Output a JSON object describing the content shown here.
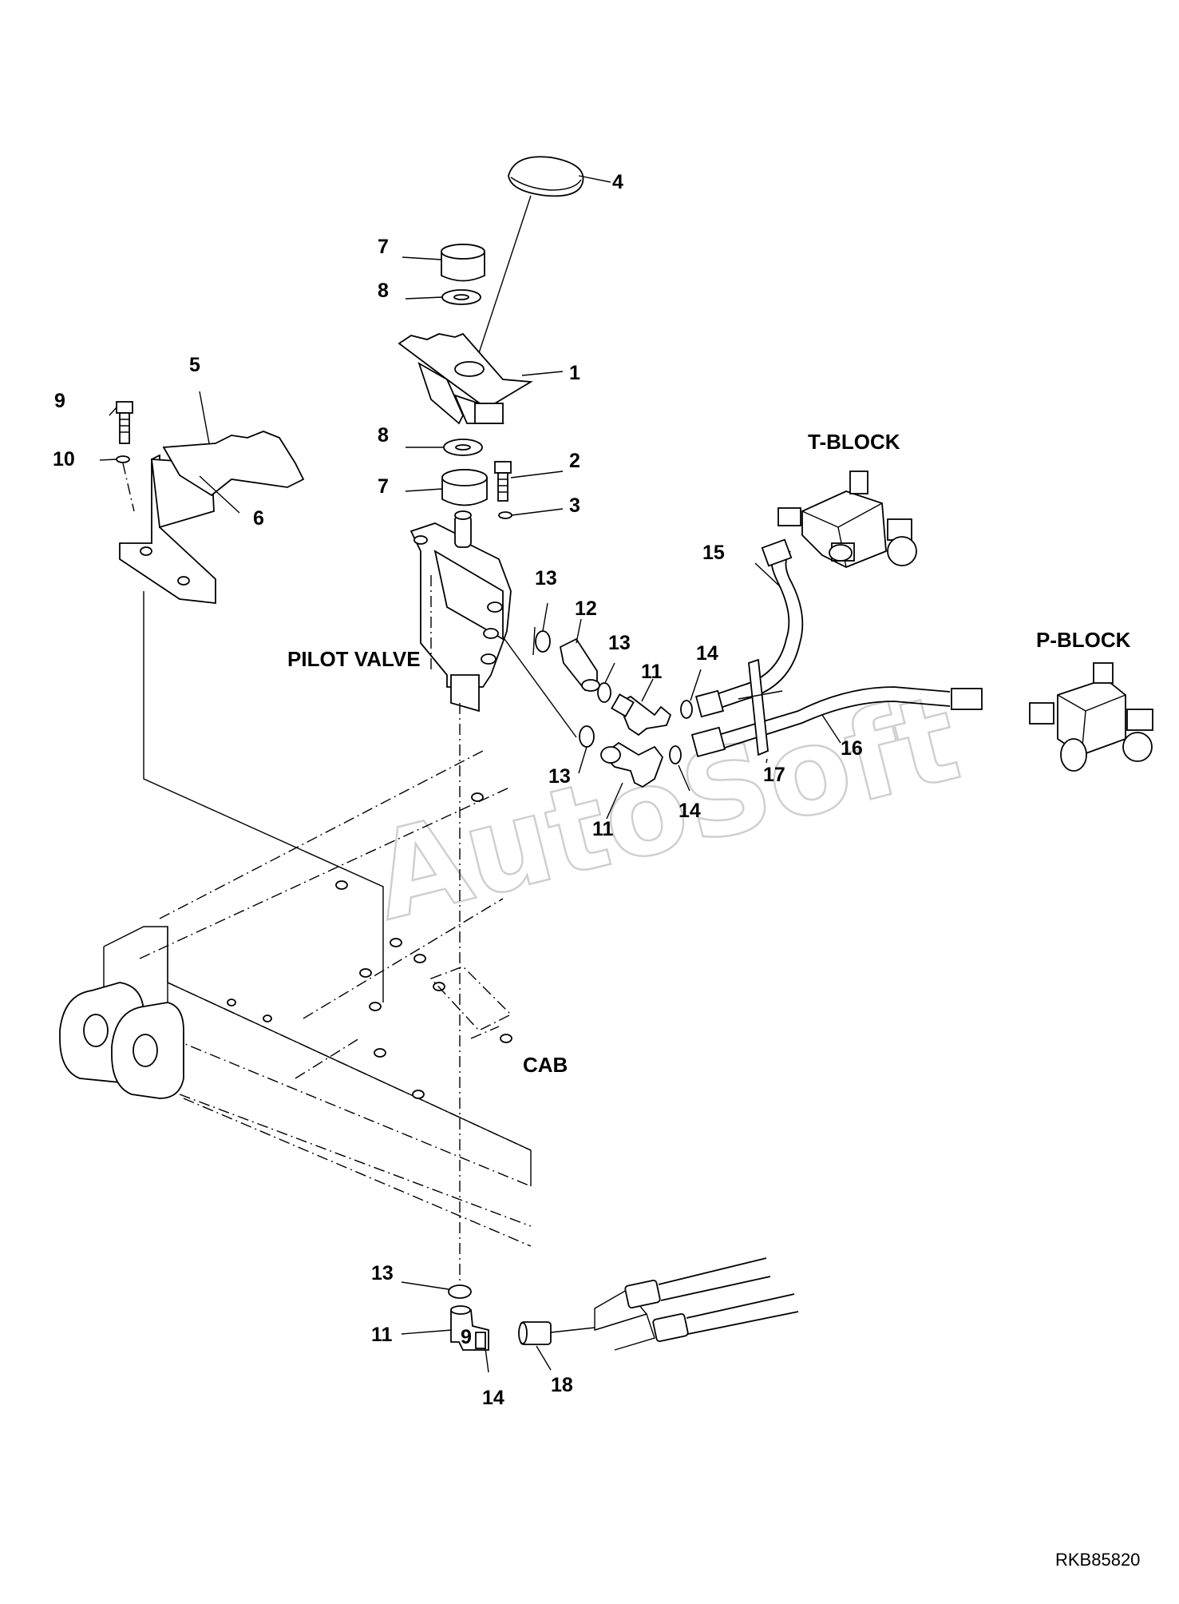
{
  "diagram": {
    "watermark": "AutoSoft",
    "drawing_code": "RKB85820",
    "assembly_labels": {
      "pilot_valve": "PILOT VALVE",
      "t_block": "T-BLOCK",
      "p_block": "P-BLOCK",
      "cab": "CAB"
    },
    "callouts": [
      "1",
      "2",
      "3",
      "4",
      "5",
      "6",
      "7",
      "8",
      "9",
      "10",
      "11",
      "12",
      "13",
      "14",
      "15",
      "16",
      "17",
      "18"
    ]
  }
}
